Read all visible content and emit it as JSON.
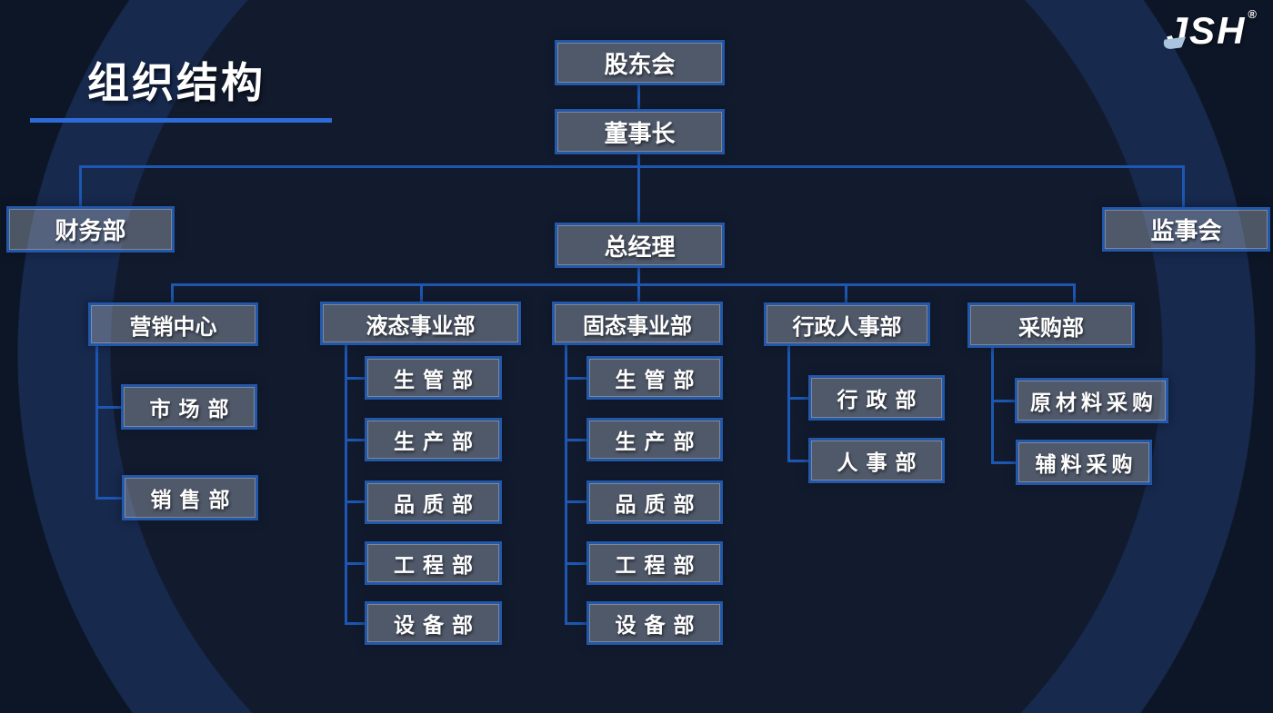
{
  "header": {
    "title": "组织结构"
  },
  "logo": {
    "text": "JSH",
    "reg": "®"
  },
  "colors": {
    "background_inner": "#121b2e",
    "background_ring": "#17294d",
    "background_outer": "#0d1626",
    "accent_underline": "#2e6bd8",
    "connector_line": "#1d57b2",
    "node_border": "#2257aa",
    "node_fill": "rgba(198,206,218,0.35)",
    "text": "#ffffff"
  },
  "org": {
    "root": {
      "label": "股东会"
    },
    "chairman": {
      "label": "董事长"
    },
    "finance": {
      "label": "财务部"
    },
    "supervisory": {
      "label": "监事会"
    },
    "general_manager": {
      "label": "总经理"
    },
    "divisions": [
      {
        "label": "营销中心",
        "children": [
          {
            "label": "市场部"
          },
          {
            "label": "销售部"
          }
        ]
      },
      {
        "label": "液态事业部",
        "children": [
          {
            "label": "生管部"
          },
          {
            "label": "生产部"
          },
          {
            "label": "品质部"
          },
          {
            "label": "工程部"
          },
          {
            "label": "设备部"
          }
        ]
      },
      {
        "label": "固态事业部",
        "children": [
          {
            "label": "生管部"
          },
          {
            "label": "生产部"
          },
          {
            "label": "品质部"
          },
          {
            "label": "工程部"
          },
          {
            "label": "设备部"
          }
        ]
      },
      {
        "label": "行政人事部",
        "children": [
          {
            "label": "行政部"
          },
          {
            "label": "人事部"
          }
        ]
      },
      {
        "label": "采购部",
        "children": [
          {
            "label": "原材料采购"
          },
          {
            "label": "辅料采购"
          }
        ]
      }
    ]
  }
}
